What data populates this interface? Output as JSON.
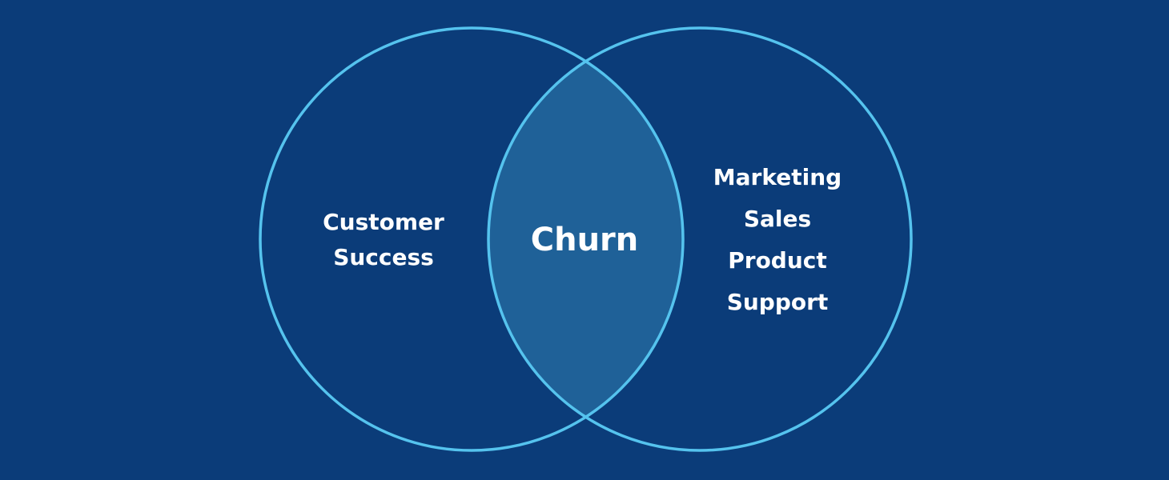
{
  "colors": {
    "background": "#0b3c79",
    "circle_stroke": "#55c3ee",
    "intersection_fill": "#1f6198",
    "text": "#ffffff"
  },
  "left_circle": {
    "lines": [
      "Customer",
      "Success"
    ]
  },
  "right_circle": {
    "lines": [
      "Marketing",
      "Sales",
      "Product",
      "Support"
    ]
  },
  "intersection": {
    "label": "Churn"
  }
}
